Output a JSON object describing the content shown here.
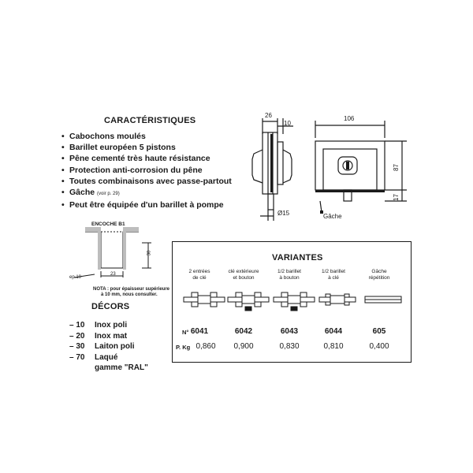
{
  "features": {
    "title": "CARACTÉRISTIQUES",
    "items": [
      {
        "text": "Cabochons moulés",
        "note": ""
      },
      {
        "text": "Barillet européen 5 pistons",
        "note": ""
      },
      {
        "text": "Pêne cementé très haute résistance",
        "note": ""
      },
      {
        "text": "Protection anti-corrosion du pêne",
        "note": ""
      },
      {
        "text": "Toutes combinaisons avec passe-partout",
        "note": ""
      },
      {
        "text": "Gâche",
        "note": "(voir p. 29)"
      },
      {
        "text": "Peut être équipée d'un barillet à pompe",
        "note": ""
      }
    ]
  },
  "side_drawing": {
    "dim_top": "26",
    "dim_side": "10",
    "dim_bottom": "Ø15"
  },
  "front_drawing": {
    "dim_width": "106",
    "dim_height": "87",
    "dim_lower": "17",
    "strike_label": "Gâche"
  },
  "notch": {
    "title": "ENCOCHE B1",
    "dim_height": "30",
    "dim_width": "23",
    "thickness": "ep.10",
    "note_line1": "NOTA : pour épaisseur supérieure",
    "note_line2": "à 10 mm, nous consulter."
  },
  "decors": {
    "title": "DÉCORS",
    "items": [
      {
        "code": "– 10",
        "label": "Inox poli",
        "cont": ""
      },
      {
        "code": "– 20",
        "label": "Inox mat",
        "cont": ""
      },
      {
        "code": "– 30",
        "label": "Laiton poli",
        "cont": ""
      },
      {
        "code": "– 70",
        "label": "Laqué",
        "cont": "gamme \"RAL\""
      }
    ]
  },
  "variants": {
    "title": "VARIANTES",
    "num_label": "N°",
    "weight_label": "P. Kg",
    "columns": [
      {
        "header": "2 entrées\nde clé",
        "number": "6041",
        "weight": "0,860"
      },
      {
        "header": "clé extérieure\net bouton",
        "number": "6042",
        "weight": "0,900"
      },
      {
        "header": "1/2 barillet\nà bouton",
        "number": "6043",
        "weight": "0,830"
      },
      {
        "header": "1/2 barillet\nà clé",
        "number": "6044",
        "weight": "0,810"
      },
      {
        "header": "Gâche\nrépétition",
        "number": "605",
        "weight": "0,400"
      }
    ]
  }
}
